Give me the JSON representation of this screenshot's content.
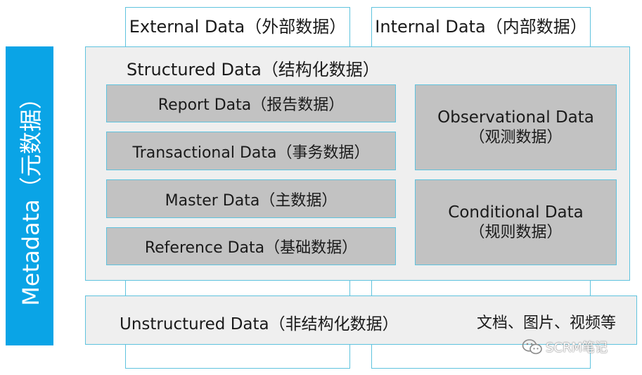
{
  "columns": {
    "external": "External Data（外部数据）",
    "internal": "Internal Data（内部数据）"
  },
  "metadata": {
    "label": "Metadata（元数据）",
    "color": "#0aa4e6"
  },
  "structured": {
    "title": "Structured Data（结构化数据）",
    "left_items": [
      "Report Data（报告数据）",
      "Transactional Data（事务数据）",
      "Master Data（主数据）",
      "Reference Data（基础数据）"
    ],
    "observational": {
      "line1": "Observational Data",
      "line2": "（观测数据）"
    },
    "conditional": {
      "line1": "Conditional Data",
      "line2": "（规则数据）"
    }
  },
  "unstructured": {
    "title": "Unstructured Data（非结构化数据）",
    "examples": "文档、图片、视频等"
  },
  "watermark": {
    "text": "SCRM笔记",
    "icon": "wechat-icon"
  },
  "colors": {
    "border": "#5fc3de",
    "cell": "#c2c2c2",
    "panel": "#efefef"
  }
}
